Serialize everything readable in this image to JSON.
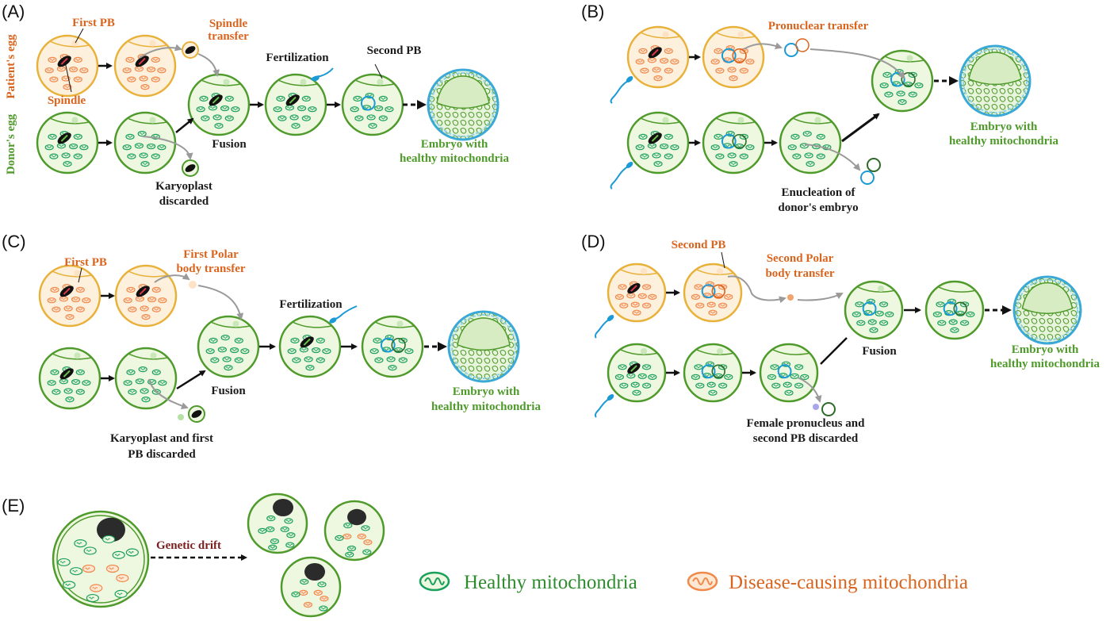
{
  "panels": {
    "A": {
      "letter": "(A)",
      "patient_egg": "Patient's egg",
      "donor_egg": "Donor's egg",
      "first_pb": "First PB",
      "spindle": "Spindle",
      "spindle_transfer": [
        "Spindle",
        "transfer"
      ],
      "fertilization": "Fertilization",
      "second_pb": "Second PB",
      "fusion": "Fusion",
      "karyoplast_discarded": [
        "Karyoplast",
        "discarded"
      ],
      "embryo": [
        "Embryo with",
        "healthy mitochondria"
      ]
    },
    "B": {
      "letter": "(B)",
      "pronuclear_transfer": "Pronuclear transfer",
      "embryo": [
        "Embryo with",
        "healthy mitochondria"
      ],
      "enucleation": [
        "Enucleation of",
        "donor's embryo"
      ]
    },
    "C": {
      "letter": "(C)",
      "first_pb": "First PB",
      "first_polar_transfer": [
        "First Polar",
        "body transfer"
      ],
      "fertilization": "Fertilization",
      "fusion": "Fusion",
      "karyoplast_first_pb_discarded": [
        "Karyoplast and first",
        "PB discarded"
      ],
      "embryo": [
        "Embryo with",
        "healthy mitochondria"
      ]
    },
    "D": {
      "letter": "(D)",
      "second_pb": "Second PB",
      "second_polar_transfer": [
        "Second Polar",
        "body transfer"
      ],
      "fusion": "Fusion",
      "female_pronucleus_discarded": [
        "Female pronucleus and",
        "second PB discarded"
      ],
      "embryo": [
        "Embryo with",
        "healthy mitochondria"
      ]
    },
    "E": {
      "letter": "(E)",
      "genetic_drift": "Genetic drift"
    }
  },
  "legend": {
    "healthy": "Healthy mitochondria",
    "disease": "Disease-causing mitochondria"
  },
  "colors": {
    "healthy_green": "#4e9a2a",
    "healthy_fill": "#eef7df",
    "patient_orange": "#e8b13a",
    "patient_fill": "#fdf0dc",
    "disease_orange": "#d9641e",
    "pronucleus_blue": "#1c9ad6",
    "embryo_blue": "#3aa9d8",
    "spindle_red": "#d93a4a",
    "arrow_gray": "#9a9a9a",
    "maroon": "#7a1f1f"
  }
}
